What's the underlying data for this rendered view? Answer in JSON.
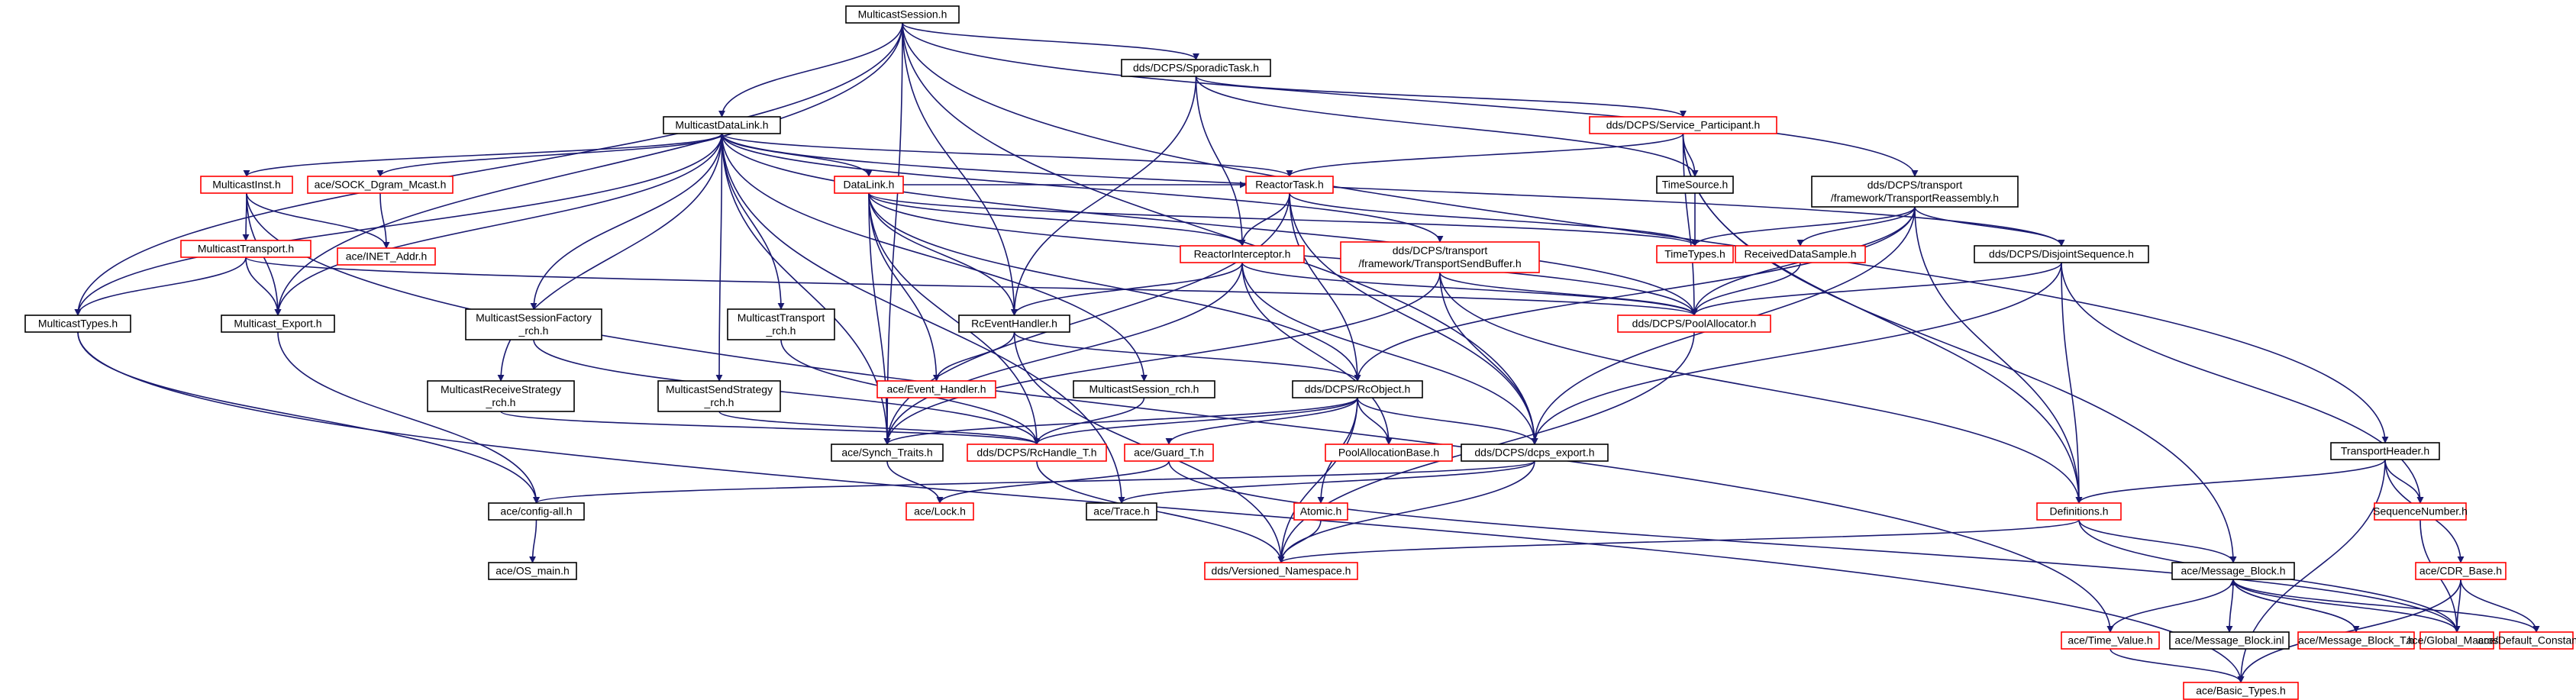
{
  "colors": {
    "edge": "#191970",
    "root_fill": "#bfbfbf",
    "plain_border": "#000000",
    "truncated_border": "#ff0000"
  },
  "nodes": [
    {
      "id": "root",
      "lines": [
        "MulticastSession.h"
      ],
      "kind": "root"
    },
    {
      "id": "sporadic",
      "lines": [
        "dds/DCPS/SporadicTask.h"
      ],
      "kind": "plain"
    },
    {
      "id": "mdl",
      "lines": [
        "MulticastDataLink.h"
      ],
      "kind": "plain"
    },
    {
      "id": "transhdr",
      "lines": [
        "TransportHeader.h"
      ],
      "kind": "plain"
    },
    {
      "id": "svcpart",
      "lines": [
        "dds/DCPS/Service_Participant.h"
      ],
      "kind": "truncated"
    },
    {
      "id": "reassembly",
      "lines": [
        "dds/DCPS/transport",
        "/framework/TransportReassembly.h"
      ],
      "kind": "plain"
    },
    {
      "id": "minst",
      "lines": [
        "MulticastInst.h"
      ],
      "kind": "truncated"
    },
    {
      "id": "sockdgram",
      "lines": [
        "ace/SOCK_Dgram_Mcast.h"
      ],
      "kind": "truncated"
    },
    {
      "id": "datalink",
      "lines": [
        "DataLink.h"
      ],
      "kind": "truncated"
    },
    {
      "id": "reactortask",
      "lines": [
        "ReactorTask.h"
      ],
      "kind": "truncated"
    },
    {
      "id": "timesource",
      "lines": [
        "TimeSource.h"
      ],
      "kind": "plain"
    },
    {
      "id": "inetaddr",
      "lines": [
        "ace/INET_Addr.h"
      ],
      "kind": "truncated"
    },
    {
      "id": "mtransport",
      "lines": [
        "MulticastTransport.h"
      ],
      "kind": "truncated"
    },
    {
      "id": "reactorint",
      "lines": [
        "ReactorInterceptor.h"
      ],
      "kind": "truncated"
    },
    {
      "id": "tsendbuf",
      "lines": [
        "dds/DCPS/transport",
        "/framework/TransportSendBuffer.h"
      ],
      "kind": "truncated"
    },
    {
      "id": "timetypes",
      "lines": [
        "TimeTypes.h"
      ],
      "kind": "truncated"
    },
    {
      "id": "rcvsample",
      "lines": [
        "ReceivedDataSample.h"
      ],
      "kind": "truncated"
    },
    {
      "id": "disjoint",
      "lines": [
        "dds/DCPS/DisjointSequence.h"
      ],
      "kind": "plain"
    },
    {
      "id": "mtypes",
      "lines": [
        "MulticastTypes.h"
      ],
      "kind": "plain"
    },
    {
      "id": "mexport",
      "lines": [
        "Multicast_Export.h"
      ],
      "kind": "plain"
    },
    {
      "id": "msfactory",
      "lines": [
        "MulticastSessionFactory",
        "_rch.h"
      ],
      "kind": "plain"
    },
    {
      "id": "mtrch",
      "lines": [
        "MulticastTransport",
        "_rch.h"
      ],
      "kind": "plain"
    },
    {
      "id": "rcevh",
      "lines": [
        "RcEventHandler.h"
      ],
      "kind": "plain"
    },
    {
      "id": "poolalloc",
      "lines": [
        "dds/DCPS/PoolAllocator.h"
      ],
      "kind": "truncated"
    },
    {
      "id": "mrstrat",
      "lines": [
        "MulticastReceiveStrategy",
        "_rch.h"
      ],
      "kind": "plain"
    },
    {
      "id": "msstrat",
      "lines": [
        "MulticastSendStrategy",
        "_rch.h"
      ],
      "kind": "plain"
    },
    {
      "id": "aceevh",
      "lines": [
        "ace/Event_Handler.h"
      ],
      "kind": "truncated"
    },
    {
      "id": "msrch",
      "lines": [
        "MulticastSession_rch.h"
      ],
      "kind": "plain"
    },
    {
      "id": "rcobject",
      "lines": [
        "dds/DCPS/RcObject.h"
      ],
      "kind": "plain"
    },
    {
      "id": "synch",
      "lines": [
        "ace/Synch_Traits.h"
      ],
      "kind": "plain"
    },
    {
      "id": "rchandle",
      "lines": [
        "dds/DCPS/RcHandle_T.h"
      ],
      "kind": "truncated"
    },
    {
      "id": "guard",
      "lines": [
        "ace/Guard_T.h"
      ],
      "kind": "truncated"
    },
    {
      "id": "poolallocbase",
      "lines": [
        "PoolAllocationBase.h"
      ],
      "kind": "truncated"
    },
    {
      "id": "ddsexport",
      "lines": [
        "dds/DCPS/dcps_export.h"
      ],
      "kind": "plain"
    },
    {
      "id": "transhdr_x",
      "lines": [
        "TransportHeader.h"
      ],
      "kind": "skip"
    },
    {
      "id": "configall",
      "lines": [
        "ace/config-all.h"
      ],
      "kind": "plain"
    },
    {
      "id": "acelock",
      "lines": [
        "ace/Lock.h"
      ],
      "kind": "truncated"
    },
    {
      "id": "atomic",
      "lines": [
        "Atomic.h"
      ],
      "kind": "truncated"
    },
    {
      "id": "acetrace",
      "lines": [
        "ace/Trace.h"
      ],
      "kind": "plain"
    },
    {
      "id": "definitions",
      "lines": [
        "Definitions.h"
      ],
      "kind": "truncated"
    },
    {
      "id": "seqnum",
      "lines": [
        "SequenceNumber.h"
      ],
      "kind": "truncated"
    },
    {
      "id": "osmain",
      "lines": [
        "ace/OS_main.h"
      ],
      "kind": "plain"
    },
    {
      "id": "versioned",
      "lines": [
        "dds/Versioned_Namespace.h"
      ],
      "kind": "truncated"
    },
    {
      "id": "msgblock",
      "lines": [
        "ace/Message_Block.h"
      ],
      "kind": "plain"
    },
    {
      "id": "cdrbase",
      "lines": [
        "ace/CDR_Base.h"
      ],
      "kind": "truncated"
    },
    {
      "id": "timevalue",
      "lines": [
        "ace/Time_Value.h"
      ],
      "kind": "truncated"
    },
    {
      "id": "msgblockinl",
      "lines": [
        "ace/Message_Block.inl"
      ],
      "kind": "plain"
    },
    {
      "id": "msgblockt",
      "lines": [
        "ace/Message_Block_T.h"
      ],
      "kind": "truncated"
    },
    {
      "id": "globalmacros",
      "lines": [
        "ace/Global_Macros.h"
      ],
      "kind": "truncated"
    },
    {
      "id": "defconst",
      "lines": [
        "ace/Default_Constants.h"
      ],
      "kind": "truncated"
    },
    {
      "id": "basictypes",
      "lines": [
        "ace/Basic_Types.h"
      ],
      "kind": "truncated"
    }
  ]
}
